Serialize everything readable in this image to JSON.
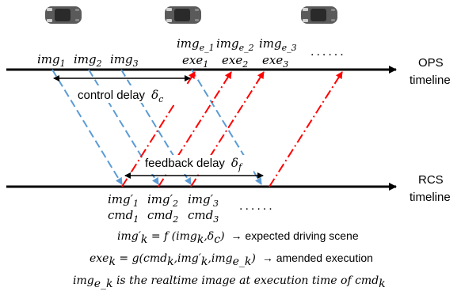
{
  "timelines": {
    "ops_line1": "OPS",
    "ops_line2": "timeline",
    "rcs_line1": "RCS",
    "rcs_line2": "timeline"
  },
  "ops_labels": {
    "img1": [
      "img",
      "1"
    ],
    "img2": [
      "img",
      "2"
    ],
    "img3": [
      "img",
      "3"
    ],
    "img_e1": [
      "img",
      "e_1"
    ],
    "img_e2": [
      "img",
      "e_2"
    ],
    "img_e3": [
      "img",
      "e_3"
    ],
    "exe1": [
      "exe",
      "1"
    ],
    "exe2": [
      "exe",
      "2"
    ],
    "exe3": [
      "exe",
      "3"
    ],
    "dots": "......"
  },
  "rcs_labels": {
    "img1p": [
      "img′",
      "1"
    ],
    "img2p": [
      "img′",
      "2"
    ],
    "img3p": [
      "img′",
      "3"
    ],
    "cmd1": [
      "cmd",
      "1"
    ],
    "cmd2": [
      "cmd",
      "2"
    ],
    "cmd3": [
      "cmd",
      "3"
    ],
    "dots": "......"
  },
  "delays": {
    "control": "control delay",
    "control_sym": [
      "δ",
      "c"
    ],
    "feedback": "feedback delay",
    "feedback_sym": [
      "δ",
      "f"
    ]
  },
  "equations": {
    "eq1_math": [
      "img′",
      "k",
      " = f (img",
      "k",
      ",δ",
      "c",
      ")"
    ],
    "eq1_text": "→ expected driving scene",
    "eq2_math": [
      "exe",
      "k",
      " = g(cmd",
      "k",
      ",img′",
      "k",
      ",img",
      "e_k",
      ")"
    ],
    "eq2_text": "→ amended execution",
    "eq3": [
      "img",
      "e_k",
      " is the realtime image at execution time of cmd",
      "k"
    ]
  },
  "colors": {
    "image_flow": "#5b9bd5",
    "command_flow": "#ff0000",
    "timeline": "#000000",
    "car_body": "#5a5a5a"
  },
  "icons": [
    "car-icon",
    "car-icon",
    "car-icon"
  ]
}
